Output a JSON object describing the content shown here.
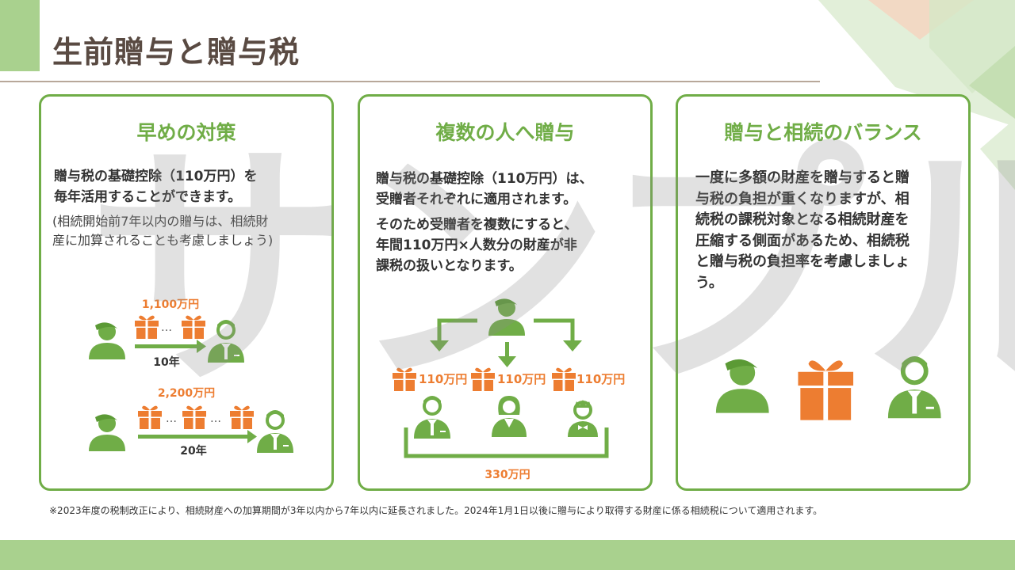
{
  "title": "生前贈与と贈与税",
  "watermark": "サンプル",
  "cards": [
    {
      "heading": "早めの対策",
      "body_lines": [
        "贈与税の基礎控除（110万円）を",
        "毎年活用することができます。"
      ],
      "note_lines": [
        "(相続開始前7年以内の贈与は、相続財",
        "産に加算されることも考慮しましょう)"
      ],
      "diagram": {
        "row1": {
          "amount": "1,100万円",
          "years": "10年"
        },
        "row2": {
          "amount": "2,200万円",
          "years": "20年"
        },
        "ellipsis": "…"
      }
    },
    {
      "heading": "複数の人へ贈与",
      "body_lines": [
        "贈与税の基礎控除（110万円）は、",
        "受贈者それぞれに適用されます。",
        "そのため受贈者を複数にすると、",
        "年間110万円×人数分の財産が非",
        "課税の扱いとなります。"
      ],
      "diagram": {
        "amounts": [
          "110万円",
          "110万円",
          "110万円"
        ],
        "total": "330万円"
      }
    },
    {
      "heading": "贈与と相続のバランス",
      "body_lines": [
        "一度に多額の財産を贈与すると贈",
        "与税の負担が重くなりますが、相",
        "続税の課税対象となる相続財産を",
        "圧縮する側面があるため、相続税",
        "と贈与税の負担率を考慮しましょ",
        "う。"
      ]
    }
  ],
  "footnote": "※2023年度の税制改正により、相続財産への加算期間が3年以内から7年以内に延長されました。2024年1月1日以後に贈与により取得する財産に係る相続税について適用されます。",
  "icons": {
    "person": "person-icon",
    "businessman": "businessman-icon",
    "woman": "woman-icon",
    "child": "child-icon",
    "gift": "gift-icon",
    "arrow": "arrow-icon"
  },
  "colors": {
    "green": "#70ad47",
    "light_green": "#a9d18e",
    "orange": "#ed7d31",
    "title_brown": "#594a42"
  }
}
